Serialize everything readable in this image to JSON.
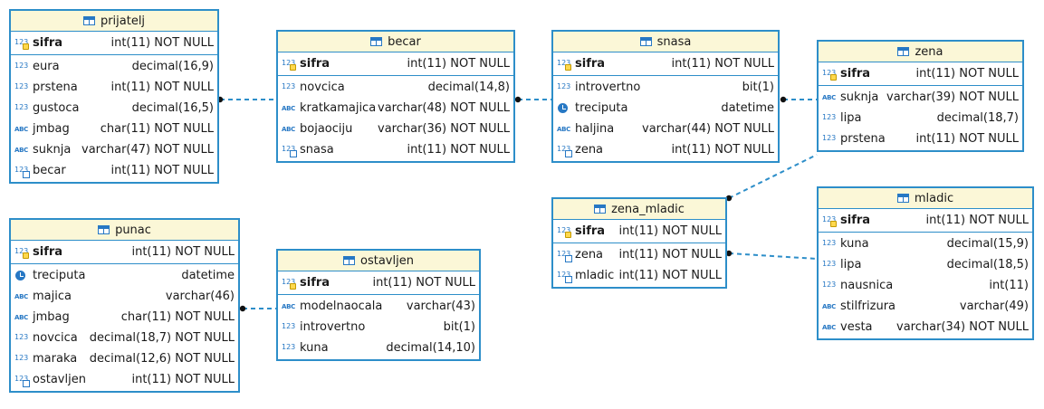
{
  "diagram": {
    "tables": [
      {
        "id": "prijatelj",
        "name": "prijatelj",
        "columns": [
          {
            "name": "sifra",
            "type": "int(11) NOT NULL",
            "kind": "num",
            "pk": true
          },
          {
            "name": "eura",
            "type": "decimal(16,9)",
            "kind": "num"
          },
          {
            "name": "prstena",
            "type": "int(11) NOT NULL",
            "kind": "num"
          },
          {
            "name": "gustoca",
            "type": "decimal(16,5)",
            "kind": "num"
          },
          {
            "name": "jmbag",
            "type": "char(11) NOT NULL",
            "kind": "txt"
          },
          {
            "name": "suknja",
            "type": "varchar(47) NOT NULL",
            "kind": "txt"
          },
          {
            "name": "becar",
            "type": "int(11) NOT NULL",
            "kind": "num",
            "fk": true
          }
        ]
      },
      {
        "id": "becar",
        "name": "becar",
        "columns": [
          {
            "name": "sifra",
            "type": "int(11) NOT NULL",
            "kind": "num",
            "pk": true
          },
          {
            "name": "novcica",
            "type": "decimal(14,8)",
            "kind": "num"
          },
          {
            "name": "kratkamajica",
            "type": "varchar(48) NOT NULL",
            "kind": "txt"
          },
          {
            "name": "bojaociju",
            "type": "varchar(36) NOT NULL",
            "kind": "txt"
          },
          {
            "name": "snasa",
            "type": "int(11) NOT NULL",
            "kind": "num",
            "fk": true
          }
        ]
      },
      {
        "id": "snasa",
        "name": "snasa",
        "columns": [
          {
            "name": "sifra",
            "type": "int(11) NOT NULL",
            "kind": "num",
            "pk": true
          },
          {
            "name": "introvertno",
            "type": "bit(1)",
            "kind": "num"
          },
          {
            "name": "treciputa",
            "type": "datetime",
            "kind": "date"
          },
          {
            "name": "haljina",
            "type": "varchar(44) NOT NULL",
            "kind": "txt"
          },
          {
            "name": "zena",
            "type": "int(11) NOT NULL",
            "kind": "num",
            "fk": true
          }
        ]
      },
      {
        "id": "zena",
        "name": "zena",
        "columns": [
          {
            "name": "sifra",
            "type": "int(11) NOT NULL",
            "kind": "num",
            "pk": true
          },
          {
            "name": "suknja",
            "type": "varchar(39) NOT NULL",
            "kind": "txt"
          },
          {
            "name": "lipa",
            "type": "decimal(18,7)",
            "kind": "num"
          },
          {
            "name": "prstena",
            "type": "int(11) NOT NULL",
            "kind": "num"
          }
        ]
      },
      {
        "id": "zena_mladic",
        "name": "zena_mladic",
        "columns": [
          {
            "name": "sifra",
            "type": "int(11) NOT NULL",
            "kind": "num",
            "pk": true
          },
          {
            "name": "zena",
            "type": "int(11) NOT NULL",
            "kind": "num",
            "fk": true
          },
          {
            "name": "mladic",
            "type": "int(11) NOT NULL",
            "kind": "num",
            "fk": true
          }
        ]
      },
      {
        "id": "mladic",
        "name": "mladic",
        "columns": [
          {
            "name": "sifra",
            "type": "int(11) NOT NULL",
            "kind": "num",
            "pk": true
          },
          {
            "name": "kuna",
            "type": "decimal(15,9)",
            "kind": "num"
          },
          {
            "name": "lipa",
            "type": "decimal(18,5)",
            "kind": "num"
          },
          {
            "name": "nausnica",
            "type": "int(11)",
            "kind": "num"
          },
          {
            "name": "stilfrizura",
            "type": "varchar(49)",
            "kind": "txt"
          },
          {
            "name": "vesta",
            "type": "varchar(34) NOT NULL",
            "kind": "txt"
          }
        ]
      },
      {
        "id": "punac",
        "name": "punac",
        "columns": [
          {
            "name": "sifra",
            "type": "int(11) NOT NULL",
            "kind": "num",
            "pk": true
          },
          {
            "name": "treciputa",
            "type": "datetime",
            "kind": "date"
          },
          {
            "name": "majica",
            "type": "varchar(46)",
            "kind": "txt"
          },
          {
            "name": "jmbag",
            "type": "char(11) NOT NULL",
            "kind": "txt"
          },
          {
            "name": "novcica",
            "type": "decimal(18,7) NOT NULL",
            "kind": "num"
          },
          {
            "name": "maraka",
            "type": "decimal(12,6) NOT NULL",
            "kind": "num"
          },
          {
            "name": "ostavljen",
            "type": "int(11) NOT NULL",
            "kind": "num",
            "fk": true
          }
        ]
      },
      {
        "id": "ostavljen",
        "name": "ostavljen",
        "columns": [
          {
            "name": "sifra",
            "type": "int(11) NOT NULL",
            "kind": "num",
            "pk": true
          },
          {
            "name": "modelnaocala",
            "type": "varchar(43)",
            "kind": "txt"
          },
          {
            "name": "introvertno",
            "type": "bit(1)",
            "kind": "num"
          },
          {
            "name": "kuna",
            "type": "decimal(14,10)",
            "kind": "num"
          }
        ]
      }
    ],
    "relations": [
      {
        "from": "prijatelj",
        "to": "becar"
      },
      {
        "from": "becar",
        "to": "snasa"
      },
      {
        "from": "snasa",
        "to": "zena"
      },
      {
        "from": "zena_mladic",
        "to": "zena"
      },
      {
        "from": "zena_mladic",
        "to": "mladic"
      },
      {
        "from": "punac",
        "to": "ostavljen"
      }
    ],
    "colors": {
      "border": "#2d8ec9",
      "header": "#fbf7d7",
      "edge": "#2d8ec9",
      "icon": "#2778c4"
    }
  }
}
